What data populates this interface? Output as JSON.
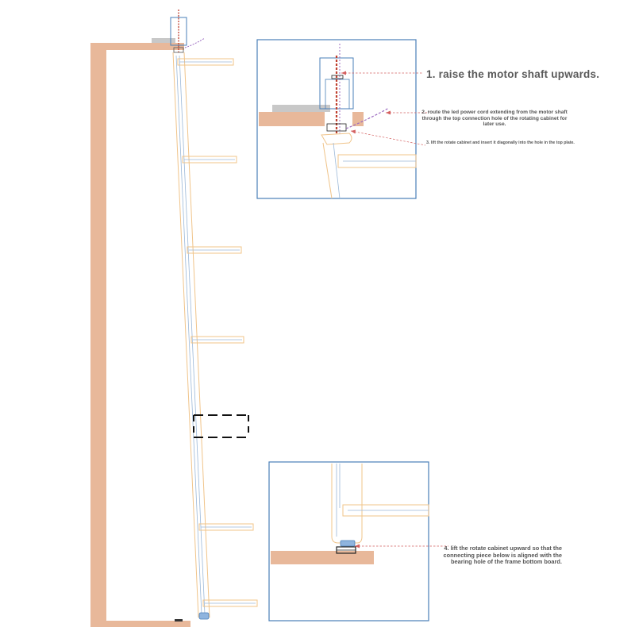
{
  "steps": [
    {
      "number": "1.",
      "text": "raise the motor shaft upwards."
    },
    {
      "number": "2.",
      "text": "route the led power cord extending from the motor shaft through the top connection hole of the rotating cabinet for later use."
    },
    {
      "number": "3.",
      "text": "lift the rotate cabinet and insert it diagonally into the hole in the top plate."
    },
    {
      "number": "4.",
      "text": "lift the rotate cabinet upward so that the connecting piece below is aligned with the bearing hole of the frame bottom board."
    }
  ],
  "colors": {
    "wood": "#e8b89a",
    "detail_frame": "#4a7fb8",
    "cabinet_outline": "#f0c48a",
    "inner_line": "#9bb8d8",
    "leader_line": "#d46060",
    "power_cord": "#9c6bc0",
    "gray_plate": "#c8c8c8",
    "placeholder": "#111111"
  }
}
